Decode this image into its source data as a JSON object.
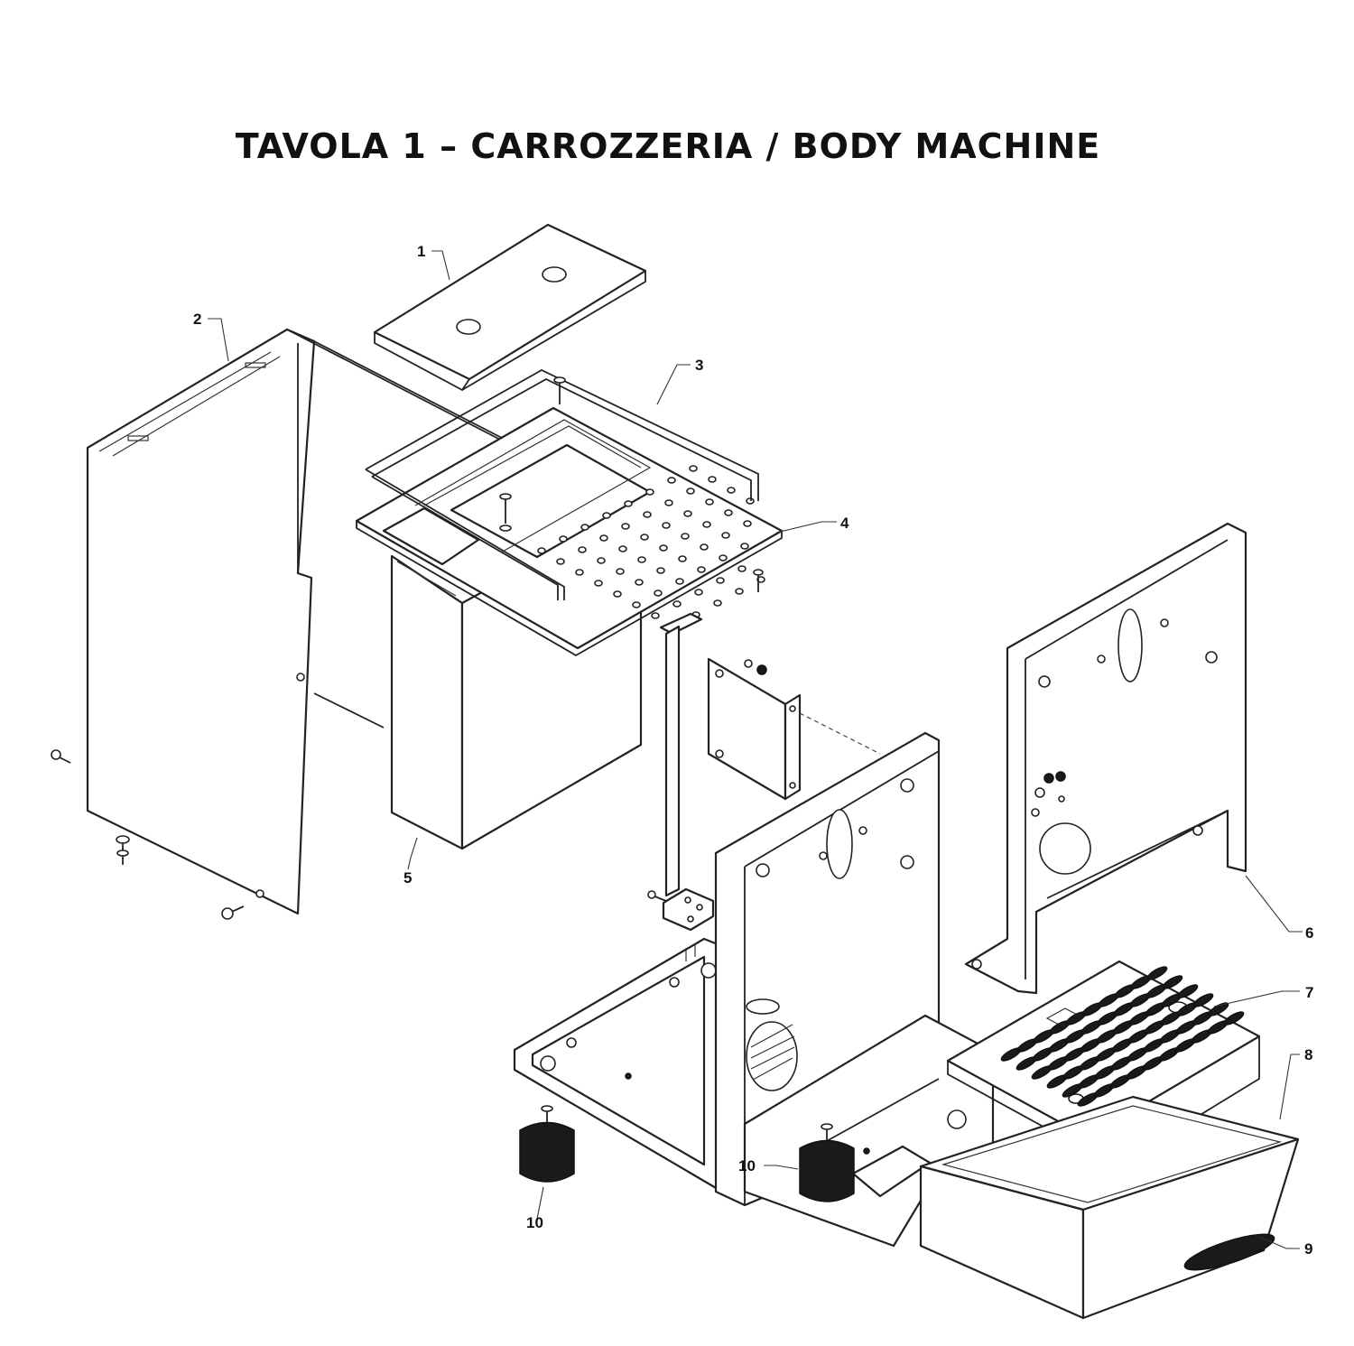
{
  "title": "TAVOLA 1 – CARROZZERIA / BODY MACHINE",
  "callouts": [
    {
      "id": "callout-1",
      "label": "1"
    },
    {
      "id": "callout-2",
      "label": "2"
    },
    {
      "id": "callout-3",
      "label": "3"
    },
    {
      "id": "callout-4",
      "label": "4"
    },
    {
      "id": "callout-5",
      "label": "5"
    },
    {
      "id": "callout-6",
      "label": "6"
    },
    {
      "id": "callout-7",
      "label": "7"
    },
    {
      "id": "callout-8",
      "label": "8"
    },
    {
      "id": "callout-9",
      "label": "9"
    },
    {
      "id": "callout-10a",
      "label": "10"
    },
    {
      "id": "callout-10b",
      "label": "10"
    }
  ]
}
